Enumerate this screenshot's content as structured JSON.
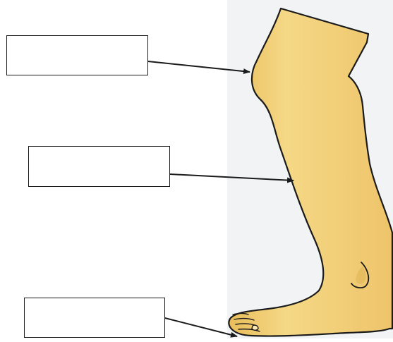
{
  "diagram": {
    "subject": "leg-and-foot",
    "labels": [
      {
        "id": "knee",
        "text": ""
      },
      {
        "id": "calf",
        "text": ""
      },
      {
        "id": "toes",
        "text": ""
      }
    ]
  },
  "colors": {
    "background_panel": "#f1f3f4",
    "skin_fill": "#f2d27c",
    "skin_shade": "#e2b85a",
    "outline": "#1b1b1b",
    "arrow": "#1b1b1b"
  }
}
